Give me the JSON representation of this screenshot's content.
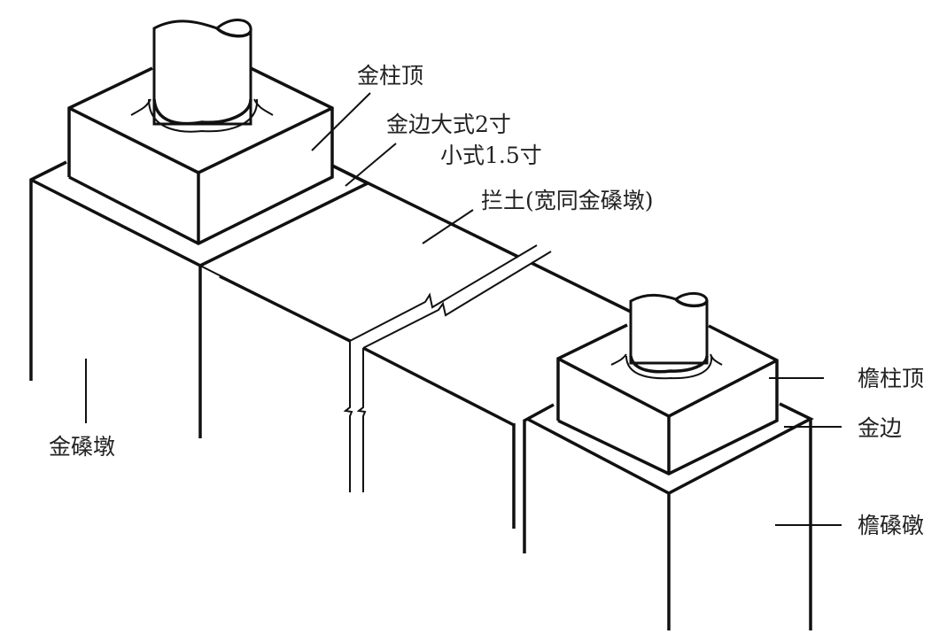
{
  "labels": {
    "jin_zhu_ding": "金柱顶",
    "jin_bian_da": "金边大式2寸",
    "jin_bian_xiao": "小式1.5寸",
    "lan_tu": "拦土(宽同金磉墩)",
    "yan_zhu_ding": "檐柱顶",
    "jin_bian": "金边",
    "yan_sang_dun": "檐磉礅",
    "jin_sang_dun": "金磉墩"
  },
  "colors": {
    "line": "#111111",
    "background": "#ffffff"
  }
}
